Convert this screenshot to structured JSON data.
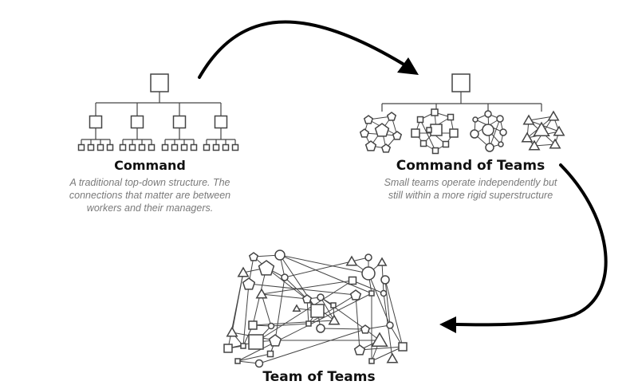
{
  "colors": {
    "stroke": "#444444",
    "arrow": "#000000",
    "title": "#111111",
    "caption": "#7a7a7a"
  },
  "command": {
    "title": "Command",
    "caption": "A traditional top-down structure. The connections that matter are between workers and their managers.",
    "manager_count": 4,
    "workers_per_manager": 4
  },
  "command_of_teams": {
    "title": "Command of Teams",
    "caption": "Small teams operate independently but still within a more rigid superstructure",
    "teams": [
      {
        "shape": "pentagon"
      },
      {
        "shape": "square"
      },
      {
        "shape": "circle"
      },
      {
        "shape": "triangle"
      }
    ]
  },
  "team_of_teams": {
    "title": "Team of Teams"
  },
  "arrows": [
    {
      "from": "command",
      "to": "command_of_teams"
    },
    {
      "from": "command_of_teams",
      "to": "team_of_teams"
    }
  ]
}
